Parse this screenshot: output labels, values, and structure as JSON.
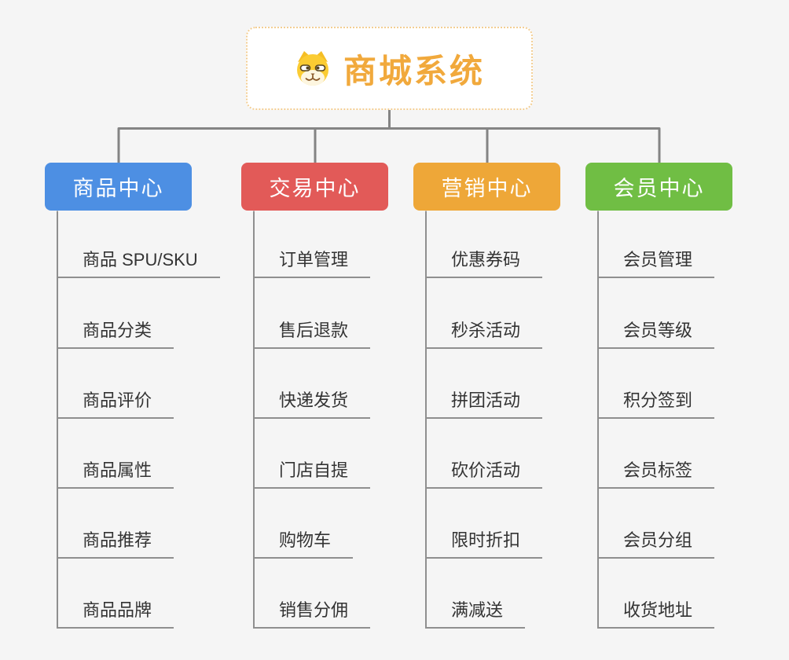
{
  "root": {
    "title": "商城系统",
    "icon": "dog-face-icon",
    "title_color": "#f1a93c",
    "border_color": "#f3ce93"
  },
  "colors": {
    "background": "#f5f5f5",
    "connector": "#848484",
    "leaf_line": "#8f8f8f",
    "leaf_text": "#333333"
  },
  "branches": [
    {
      "name": "product-center",
      "label": "商品中心",
      "color": "#4d8fe3",
      "items": [
        "商品 SPU/SKU",
        "商品分类",
        "商品评价",
        "商品属性",
        "商品推荐",
        "商品品牌"
      ]
    },
    {
      "name": "trade-center",
      "label": "交易中心",
      "color": "#e25a58",
      "items": [
        "订单管理",
        "售后退款",
        "快递发货",
        "门店自提",
        "购物车",
        "销售分佣"
      ]
    },
    {
      "name": "marketing-center",
      "label": "营销中心",
      "color": "#eea738",
      "items": [
        "优惠券码",
        "秒杀活动",
        "拼团活动",
        "砍价活动",
        "限时折扣",
        "满减送"
      ]
    },
    {
      "name": "member-center",
      "label": "会员中心",
      "color": "#70be44",
      "items": [
        "会员管理",
        "会员等级",
        "积分签到",
        "会员标签",
        "会员分组",
        "收货地址"
      ]
    }
  ]
}
